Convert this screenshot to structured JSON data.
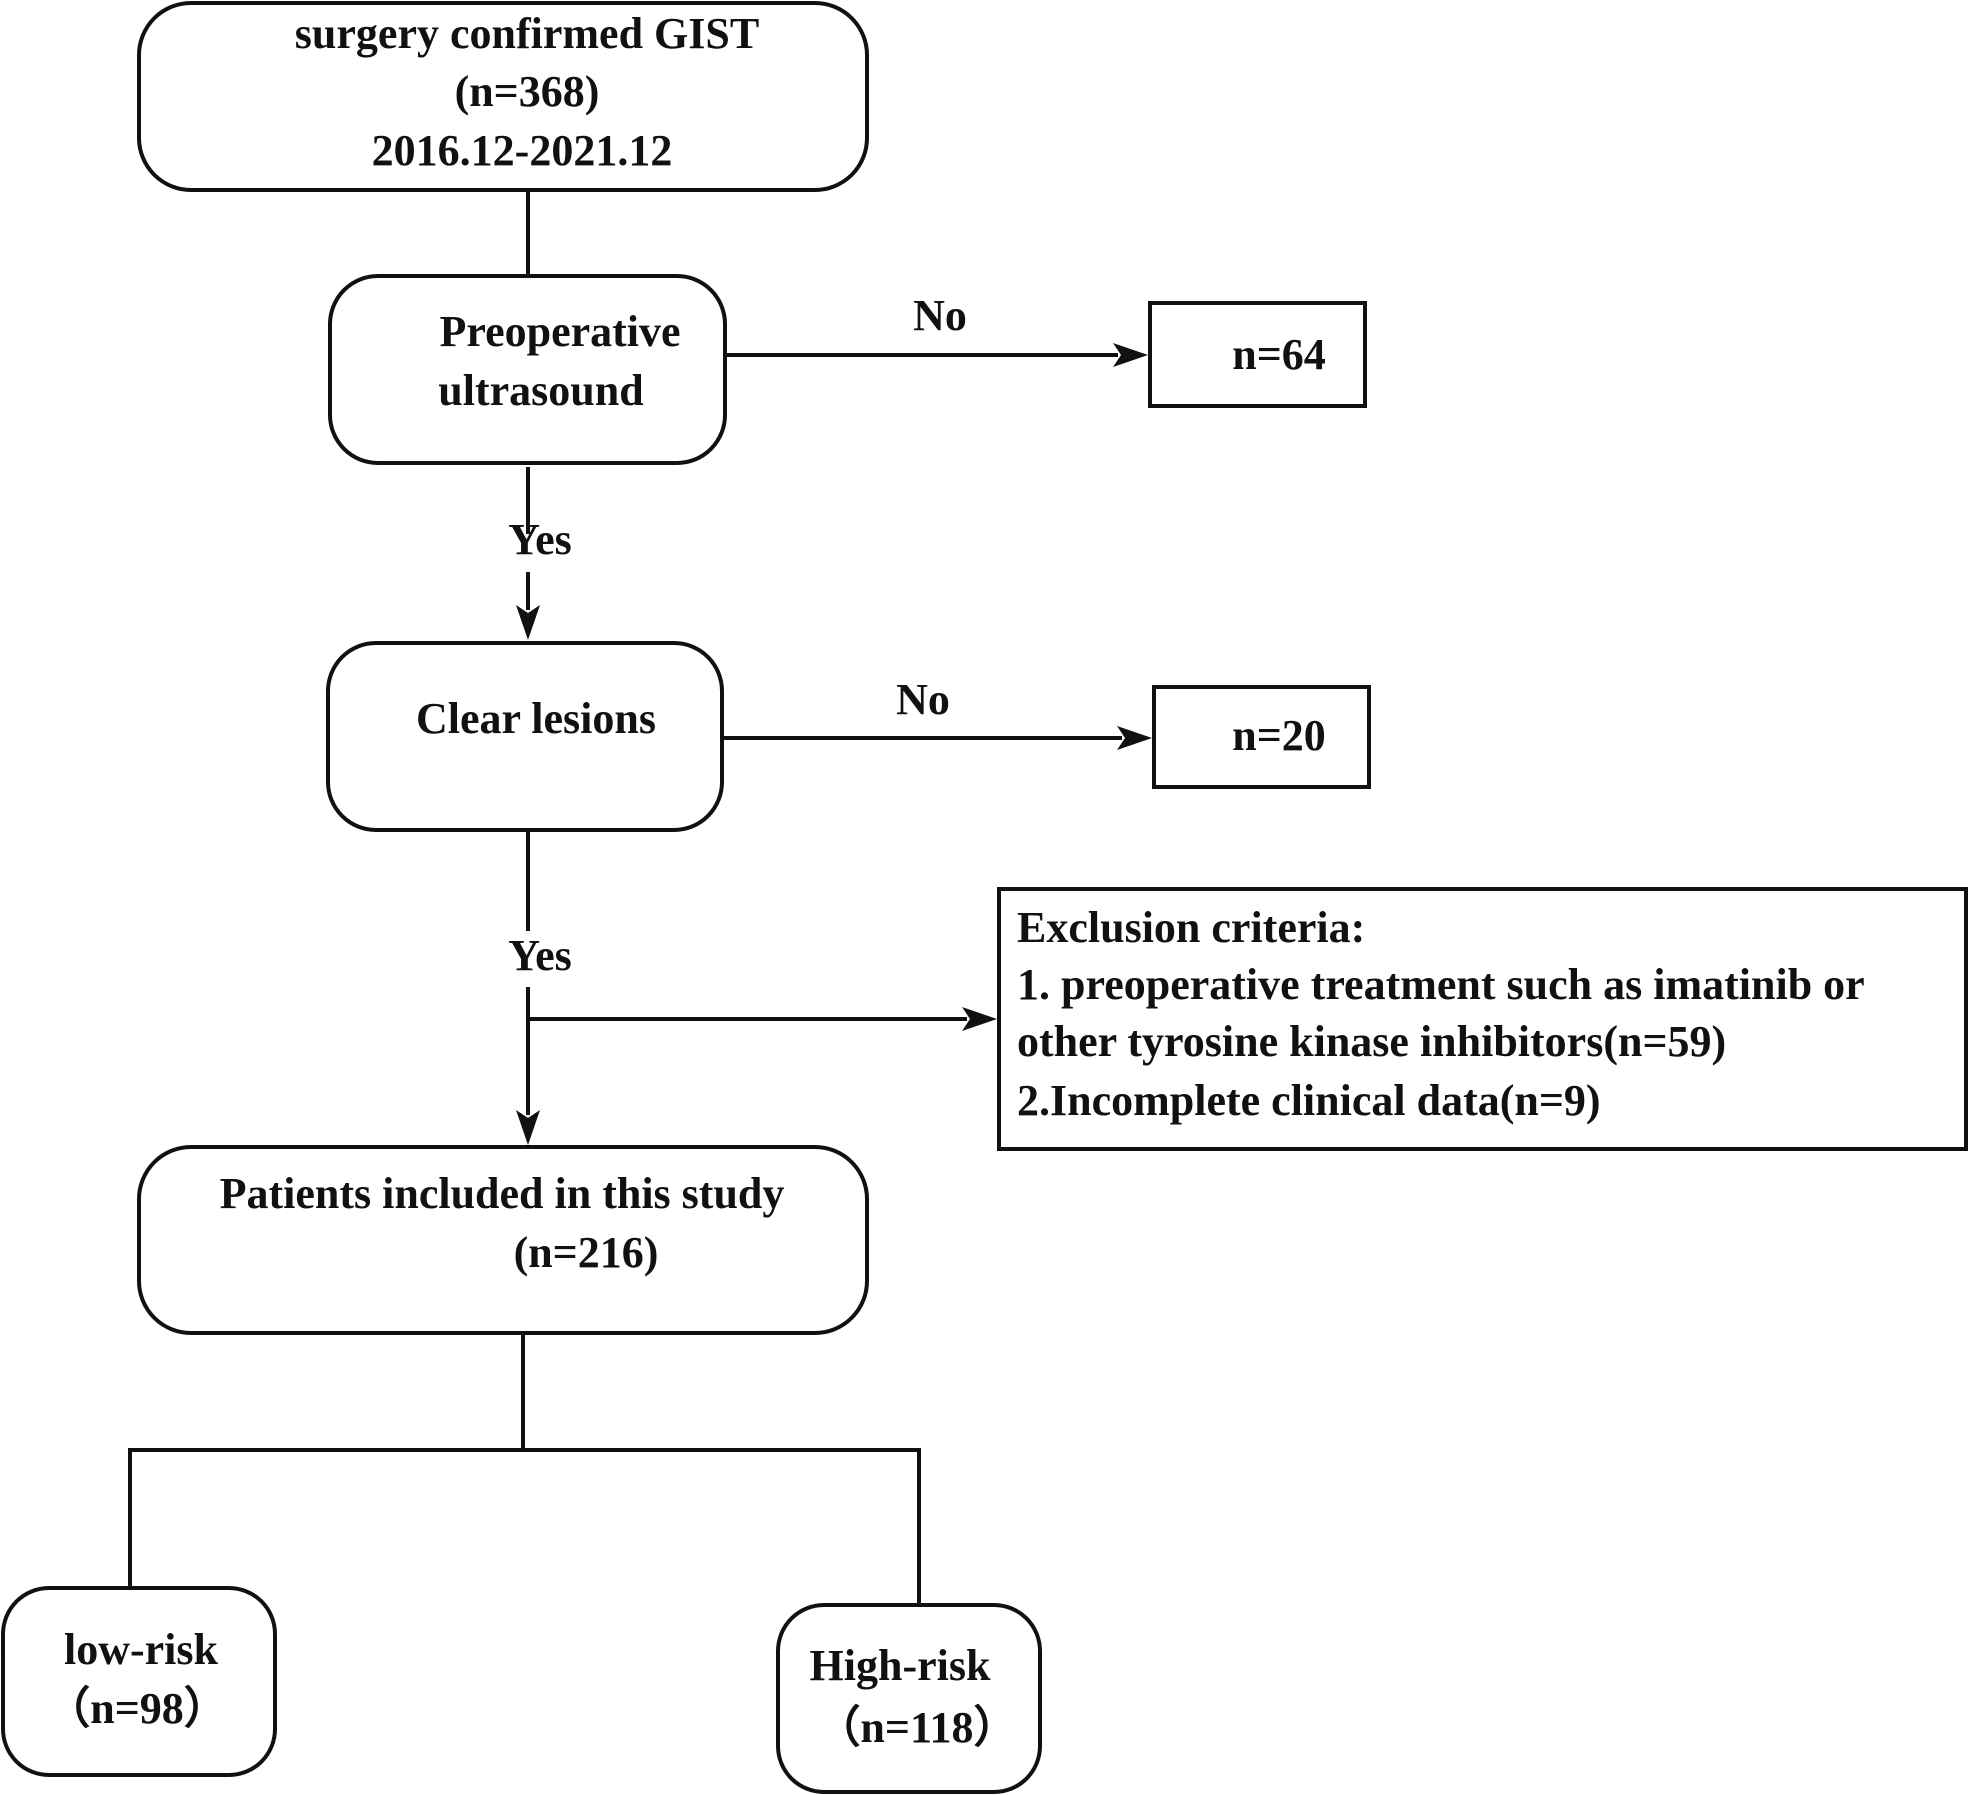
{
  "nodes": {
    "surgery": {
      "lines": [
        "surgery confirmed GIST",
        "(n=368)",
        "2016.12-2021.12"
      ]
    },
    "preop": {
      "lines": [
        "Preoperative",
        "ultrasound"
      ]
    },
    "preop_no": {
      "lines": [
        "n=64"
      ]
    },
    "clear": {
      "lines": [
        "Clear lesions"
      ]
    },
    "clear_no": {
      "lines": [
        "n=20"
      ]
    },
    "exclusion": {
      "lines": [
        "Exclusion criteria:",
        "1. preoperative treatment such as imatinib or",
        "other tyrosine kinase inhibitors(n=59)",
        "2.Incomplete clinical data(n=9)"
      ]
    },
    "included": {
      "lines": [
        "Patients included in this study",
        "(n=216)"
      ]
    },
    "low": {
      "lines": [
        "low-risk",
        "（n=98）"
      ]
    },
    "high": {
      "lines": [
        "High-risk",
        "（n=118）"
      ]
    }
  },
  "edges": {
    "preop_no_label": "No",
    "preop_yes_label": "Yes",
    "clear_no_label": "No",
    "clear_yes_label": "Yes"
  }
}
